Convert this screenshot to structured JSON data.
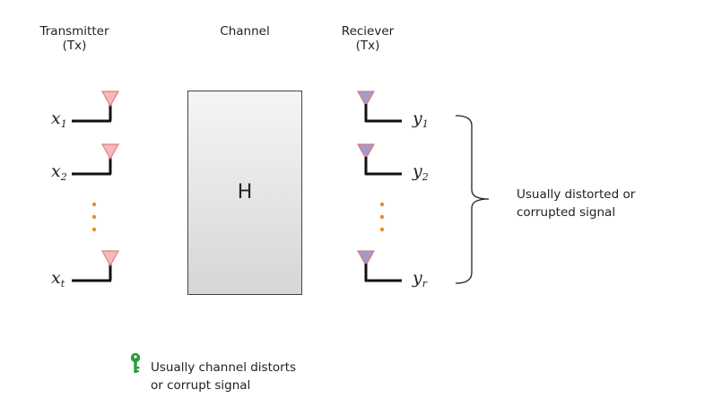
{
  "header": {
    "transmitter_title": "Transmitter",
    "transmitter_sub": "(Tx)",
    "channel_title": "Channel",
    "receiver_title": "Reciever",
    "receiver_sub": "(Tx)"
  },
  "transmitter": {
    "inputs": [
      {
        "symbol": "x",
        "subscript": "1"
      },
      {
        "symbol": "x",
        "subscript": "2"
      },
      {
        "symbol": "x",
        "subscript": "t"
      }
    ]
  },
  "channel": {
    "label": "H"
  },
  "receiver": {
    "outputs": [
      {
        "symbol": "y",
        "subscript": "1"
      },
      {
        "symbol": "y",
        "subscript": "2"
      },
      {
        "symbol": "y",
        "subscript": "r"
      }
    ]
  },
  "side_note": {
    "line1": "Usually distorted or",
    "line2": "corrupted signal"
  },
  "bottom_note": {
    "line1": "Usually channel distorts",
    "line2": "or corrupt signal",
    "icon": "key-icon"
  },
  "colors": {
    "tx_antenna_fill": "#f6b8bc",
    "tx_antenna_stroke": "#e07f85",
    "rx_antenna_fill": "#a49bc8",
    "rx_antenna_stroke": "#d77b80",
    "dots": "#ee8a2e",
    "key": "#2e9a3a",
    "line": "#111111"
  }
}
